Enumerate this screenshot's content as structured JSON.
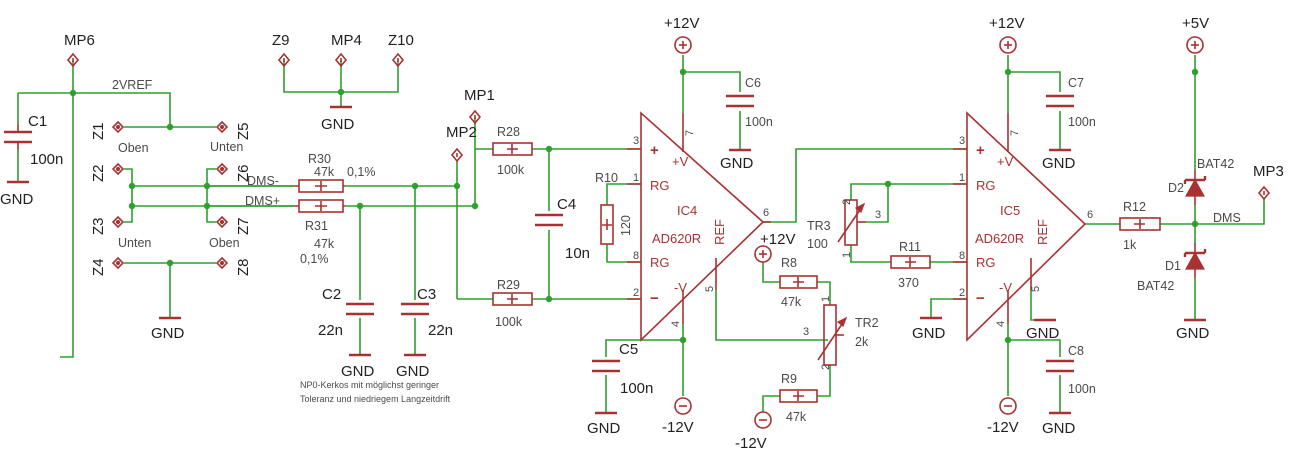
{
  "supply": {
    "plus12_u1": "+12V",
    "minus12_u1": "-12V",
    "plus12_r8": "+12V",
    "minus12_r9": "-12V",
    "plus12_u2": "+12V",
    "minus12_u2": "-12V",
    "plus5": "+5V"
  },
  "gnd": {
    "c1": "GND",
    "mp4": "GND",
    "z4": "GND",
    "c2": "GND",
    "c3": "GND",
    "c6": "GND",
    "c5": "GND",
    "r11": "GND",
    "c7": "GND",
    "u2neg": "GND",
    "c8": "GND",
    "d1": "GND"
  },
  "measure_points": {
    "mp6": "MP6",
    "mp4": "MP4",
    "mp1": "MP1",
    "mp2": "MP2",
    "mp3": "MP3"
  },
  "terminals": {
    "z1": "Z1",
    "z2": "Z2",
    "z3": "Z3",
    "z4": "Z4",
    "z5": "Z5",
    "z6": "Z6",
    "z7": "Z7",
    "z8": "Z8",
    "z9": "Z9",
    "z10": "Z10",
    "oben_left": "Oben",
    "unten_left": "Unten",
    "unten_right": "Unten",
    "oben_right": "Oben"
  },
  "nets": {
    "vref": "2VREF",
    "dms_minus": "DMS-",
    "dms_plus": "DMS+",
    "dms_out": "DMS"
  },
  "parts": {
    "c1": {
      "name": "C1",
      "value": "100n"
    },
    "r30": {
      "name": "R30",
      "value": "47k",
      "tol": "0,1%"
    },
    "r31": {
      "name": "R31",
      "value": "47k",
      "tol": "0,1%"
    },
    "c2": {
      "name": "C2",
      "value": "22n"
    },
    "c3": {
      "name": "C3",
      "value": "22n"
    },
    "r28": {
      "name": "R28",
      "value": "100k"
    },
    "r29": {
      "name": "R29",
      "value": "100k"
    },
    "c4": {
      "name": "C4",
      "value": "10n"
    },
    "r10": {
      "name": "R10",
      "value": "120"
    },
    "c6": {
      "name": "C6",
      "value": "100n"
    },
    "c5": {
      "name": "C5",
      "value": "100n"
    },
    "r8": {
      "name": "R8",
      "value": "47k"
    },
    "r9": {
      "name": "R9",
      "value": "47k"
    },
    "tr2": {
      "name": "TR2",
      "value": "2k"
    },
    "tr3": {
      "name": "TR3",
      "value": "100"
    },
    "r11": {
      "name": "R11",
      "value": "370"
    },
    "c7": {
      "name": "C7",
      "value": "100n"
    },
    "c8": {
      "name": "C8",
      "value": "100n"
    },
    "r12": {
      "name": "R12",
      "value": "1k"
    },
    "d1": {
      "name": "D1",
      "value": "BAT42"
    },
    "d2": {
      "name": "D2",
      "value": "BAT42"
    }
  },
  "ic_u1": {
    "ref": "IC4",
    "type": "AD620R",
    "rg1": "RG",
    "rg2": "RG",
    "vp": "+V",
    "vn": "-V",
    "ref_pin": "REF",
    "p3": "3",
    "p2": "2",
    "p1": "1",
    "p8": "8",
    "p7": "7",
    "p4": "4",
    "p5": "5",
    "p6": "6"
  },
  "ic_u2": {
    "ref": "IC5",
    "type": "AD620R",
    "rg1": "RG",
    "rg2": "RG",
    "vp": "+V",
    "vn": "-V",
    "ref_pin": "REF",
    "p3": "3",
    "p2": "2",
    "p1": "1",
    "p8": "8",
    "p7": "7",
    "p4": "4",
    "p5": "5",
    "p6": "6"
  },
  "pot_pins": {
    "tr2_1": "1",
    "tr2_2": "2",
    "tr2_3": "3",
    "tr3_1": "1",
    "tr3_2": "2",
    "tr3_3": "3"
  },
  "note": {
    "line1": "NP0-Kerkos mit möglichst geringer",
    "line2": "Toleranz und niedriegem Langzeitdrift"
  }
}
